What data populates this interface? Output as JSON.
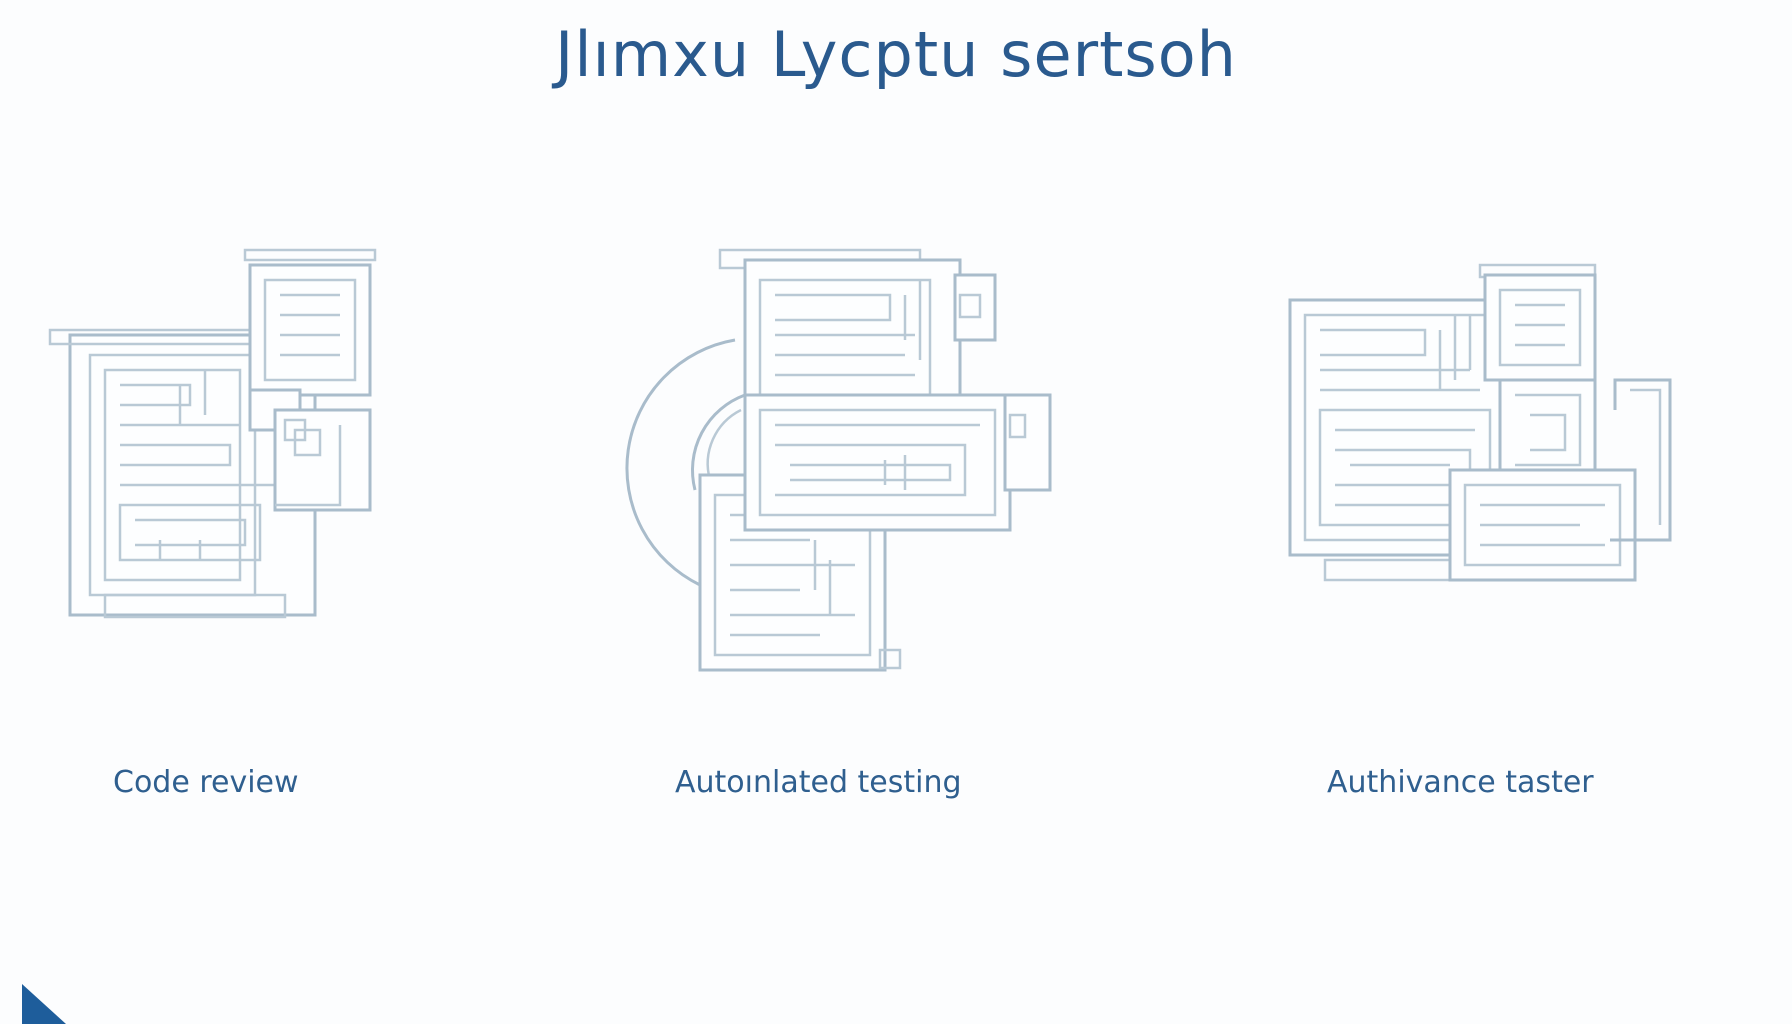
{
  "slide": {
    "title": "Jlımxu Lycptu sertsoh",
    "items": [
      {
        "caption": "Code review",
        "icon": "maze-document-icon"
      },
      {
        "caption": "Autoınlated testing",
        "icon": "maze-document-arc-icon"
      },
      {
        "caption": "Authivance taster",
        "icon": "maze-document-stack-icon"
      }
    ],
    "colors": {
      "title": "#2a5a8e",
      "caption": "#2f5f8f",
      "line_art": "#a9bccb",
      "corner_accent": "#1e5d9b",
      "background": "#fcfdfe"
    }
  }
}
